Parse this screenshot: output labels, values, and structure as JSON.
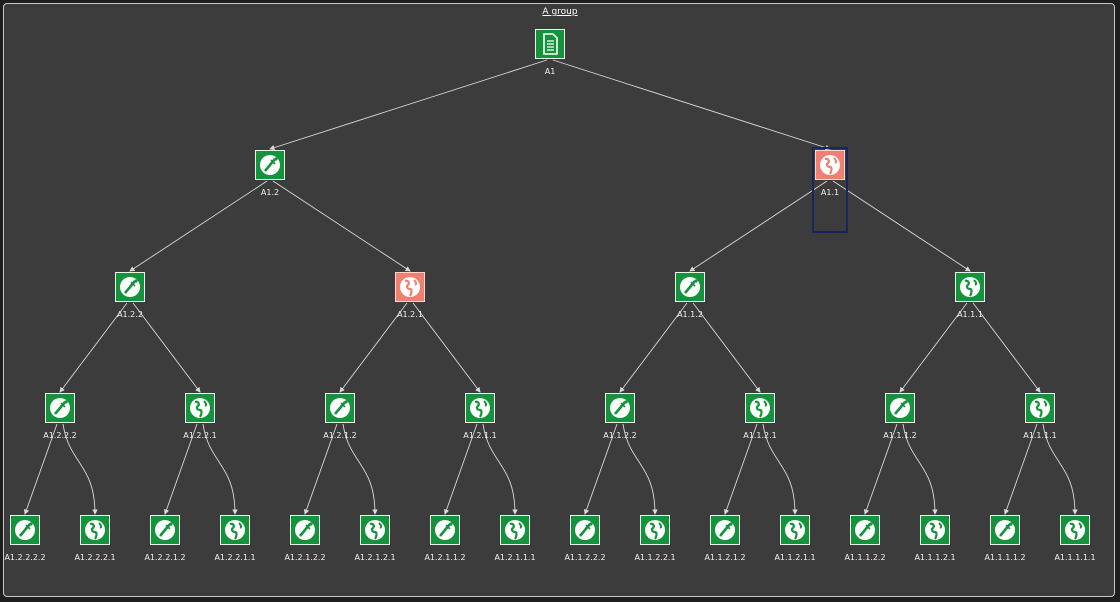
{
  "group": {
    "title": "A group"
  },
  "nodes": [
    {
      "id": "A1",
      "label": "A1",
      "kind": "document",
      "color": "green"
    },
    {
      "id": "A1.2",
      "label": "A1.2",
      "kind": "satellite",
      "color": "green"
    },
    {
      "id": "A1.1",
      "label": "A1.1",
      "kind": "globe",
      "color": "red",
      "selected": true
    },
    {
      "id": "A1.2.2",
      "label": "A1.2.2",
      "kind": "satellite",
      "color": "green"
    },
    {
      "id": "A1.2.1",
      "label": "A1.2.1",
      "kind": "globe",
      "color": "red"
    },
    {
      "id": "A1.1.2",
      "label": "A1.1.2",
      "kind": "satellite",
      "color": "green"
    },
    {
      "id": "A1.1.1",
      "label": "A1.1.1",
      "kind": "globe",
      "color": "green"
    },
    {
      "id": "A1.2.2.2",
      "label": "A1.2.2.2",
      "kind": "satellite",
      "color": "green"
    },
    {
      "id": "A1.2.2.1",
      "label": "A1.2.2.1",
      "kind": "globe",
      "color": "green"
    },
    {
      "id": "A1.2.1.2",
      "label": "A1.2.1.2",
      "kind": "satellite",
      "color": "green"
    },
    {
      "id": "A1.2.1.1",
      "label": "A1.2.1.1",
      "kind": "globe",
      "color": "green"
    },
    {
      "id": "A1.1.2.2",
      "label": "A1.1.2.2",
      "kind": "satellite",
      "color": "green"
    },
    {
      "id": "A1.1.2.1",
      "label": "A1.1.2.1",
      "kind": "globe",
      "color": "green"
    },
    {
      "id": "A1.1.1.2",
      "label": "A1.1.1.2",
      "kind": "satellite",
      "color": "green"
    },
    {
      "id": "A1.1.1.1",
      "label": "A1.1.1.1",
      "kind": "globe",
      "color": "green"
    },
    {
      "id": "A1.2.2.2.2",
      "label": "A1.2.2.2.2",
      "kind": "satellite",
      "color": "green"
    },
    {
      "id": "A1.2.2.2.1",
      "label": "A1.2.2.2.1",
      "kind": "globe",
      "color": "green"
    },
    {
      "id": "A1.2.2.1.2",
      "label": "A1.2.2.1.2",
      "kind": "satellite",
      "color": "green"
    },
    {
      "id": "A1.2.2.1.1",
      "label": "A1.2.2.1.1",
      "kind": "globe",
      "color": "green"
    },
    {
      "id": "A1.2.1.2.2",
      "label": "A1.2.1.2.2",
      "kind": "satellite",
      "color": "green"
    },
    {
      "id": "A1.2.1.2.1",
      "label": "A1.2.1.2.1",
      "kind": "globe",
      "color": "green"
    },
    {
      "id": "A1.2.1.1.2",
      "label": "A1.2.1.1.2",
      "kind": "satellite",
      "color": "green"
    },
    {
      "id": "A1.2.1.1.1",
      "label": "A1.2.1.1.1",
      "kind": "globe",
      "color": "green"
    },
    {
      "id": "A1.1.2.2.2",
      "label": "A1.1.2.2.2",
      "kind": "satellite",
      "color": "green"
    },
    {
      "id": "A1.1.2.2.1",
      "label": "A1.1.2.2.1",
      "kind": "globe",
      "color": "green"
    },
    {
      "id": "A1.1.2.1.2",
      "label": "A1.1.2.1.2",
      "kind": "satellite",
      "color": "green"
    },
    {
      "id": "A1.1.2.1.1",
      "label": "A1.1.2.1.1",
      "kind": "globe",
      "color": "green"
    },
    {
      "id": "A1.1.1.2.2",
      "label": "A1.1.1.2.2",
      "kind": "satellite",
      "color": "green"
    },
    {
      "id": "A1.1.1.2.1",
      "label": "A1.1.1.2.1",
      "kind": "globe",
      "color": "green"
    },
    {
      "id": "A1.1.1.1.2",
      "label": "A1.1.1.1.2",
      "kind": "satellite",
      "color": "green"
    },
    {
      "id": "A1.1.1.1.1",
      "label": "A1.1.1.1.1",
      "kind": "globe",
      "color": "green"
    }
  ],
  "edges": [
    [
      "A1",
      "A1.2"
    ],
    [
      "A1",
      "A1.1"
    ],
    [
      "A1.2",
      "A1.2.2"
    ],
    [
      "A1.2",
      "A1.2.1"
    ],
    [
      "A1.1",
      "A1.1.2"
    ],
    [
      "A1.1",
      "A1.1.1"
    ],
    [
      "A1.2.2",
      "A1.2.2.2"
    ],
    [
      "A1.2.2",
      "A1.2.2.1"
    ],
    [
      "A1.2.1",
      "A1.2.1.2"
    ],
    [
      "A1.2.1",
      "A1.2.1.1"
    ],
    [
      "A1.1.2",
      "A1.1.2.2"
    ],
    [
      "A1.1.2",
      "A1.1.2.1"
    ],
    [
      "A1.1.1",
      "A1.1.1.2"
    ],
    [
      "A1.1.1",
      "A1.1.1.1"
    ],
    [
      "A1.2.2.2",
      "A1.2.2.2.2"
    ],
    [
      "A1.2.2.2",
      "A1.2.2.2.1"
    ],
    [
      "A1.2.2.1",
      "A1.2.2.1.2"
    ],
    [
      "A1.2.2.1",
      "A1.2.2.1.1"
    ],
    [
      "A1.2.1.2",
      "A1.2.1.2.2"
    ],
    [
      "A1.2.1.2",
      "A1.2.1.2.1"
    ],
    [
      "A1.2.1.1",
      "A1.2.1.1.2"
    ],
    [
      "A1.2.1.1",
      "A1.2.1.1.1"
    ],
    [
      "A1.1.2.2",
      "A1.1.2.2.2"
    ],
    [
      "A1.1.2.2",
      "A1.1.2.2.1"
    ],
    [
      "A1.1.2.1",
      "A1.1.2.1.2"
    ],
    [
      "A1.1.2.1",
      "A1.1.2.1.1"
    ],
    [
      "A1.1.1.2",
      "A1.1.1.2.2"
    ],
    [
      "A1.1.1.2",
      "A1.1.1.2.1"
    ],
    [
      "A1.1.1.1",
      "A1.1.1.1.2"
    ],
    [
      "A1.1.1.1",
      "A1.1.1.1.1"
    ]
  ],
  "colors": {
    "green": "#15923c",
    "red": "#f07f72",
    "edge": "#d8d8d8",
    "selection": "#16285a",
    "background": "#3c3c3c"
  }
}
